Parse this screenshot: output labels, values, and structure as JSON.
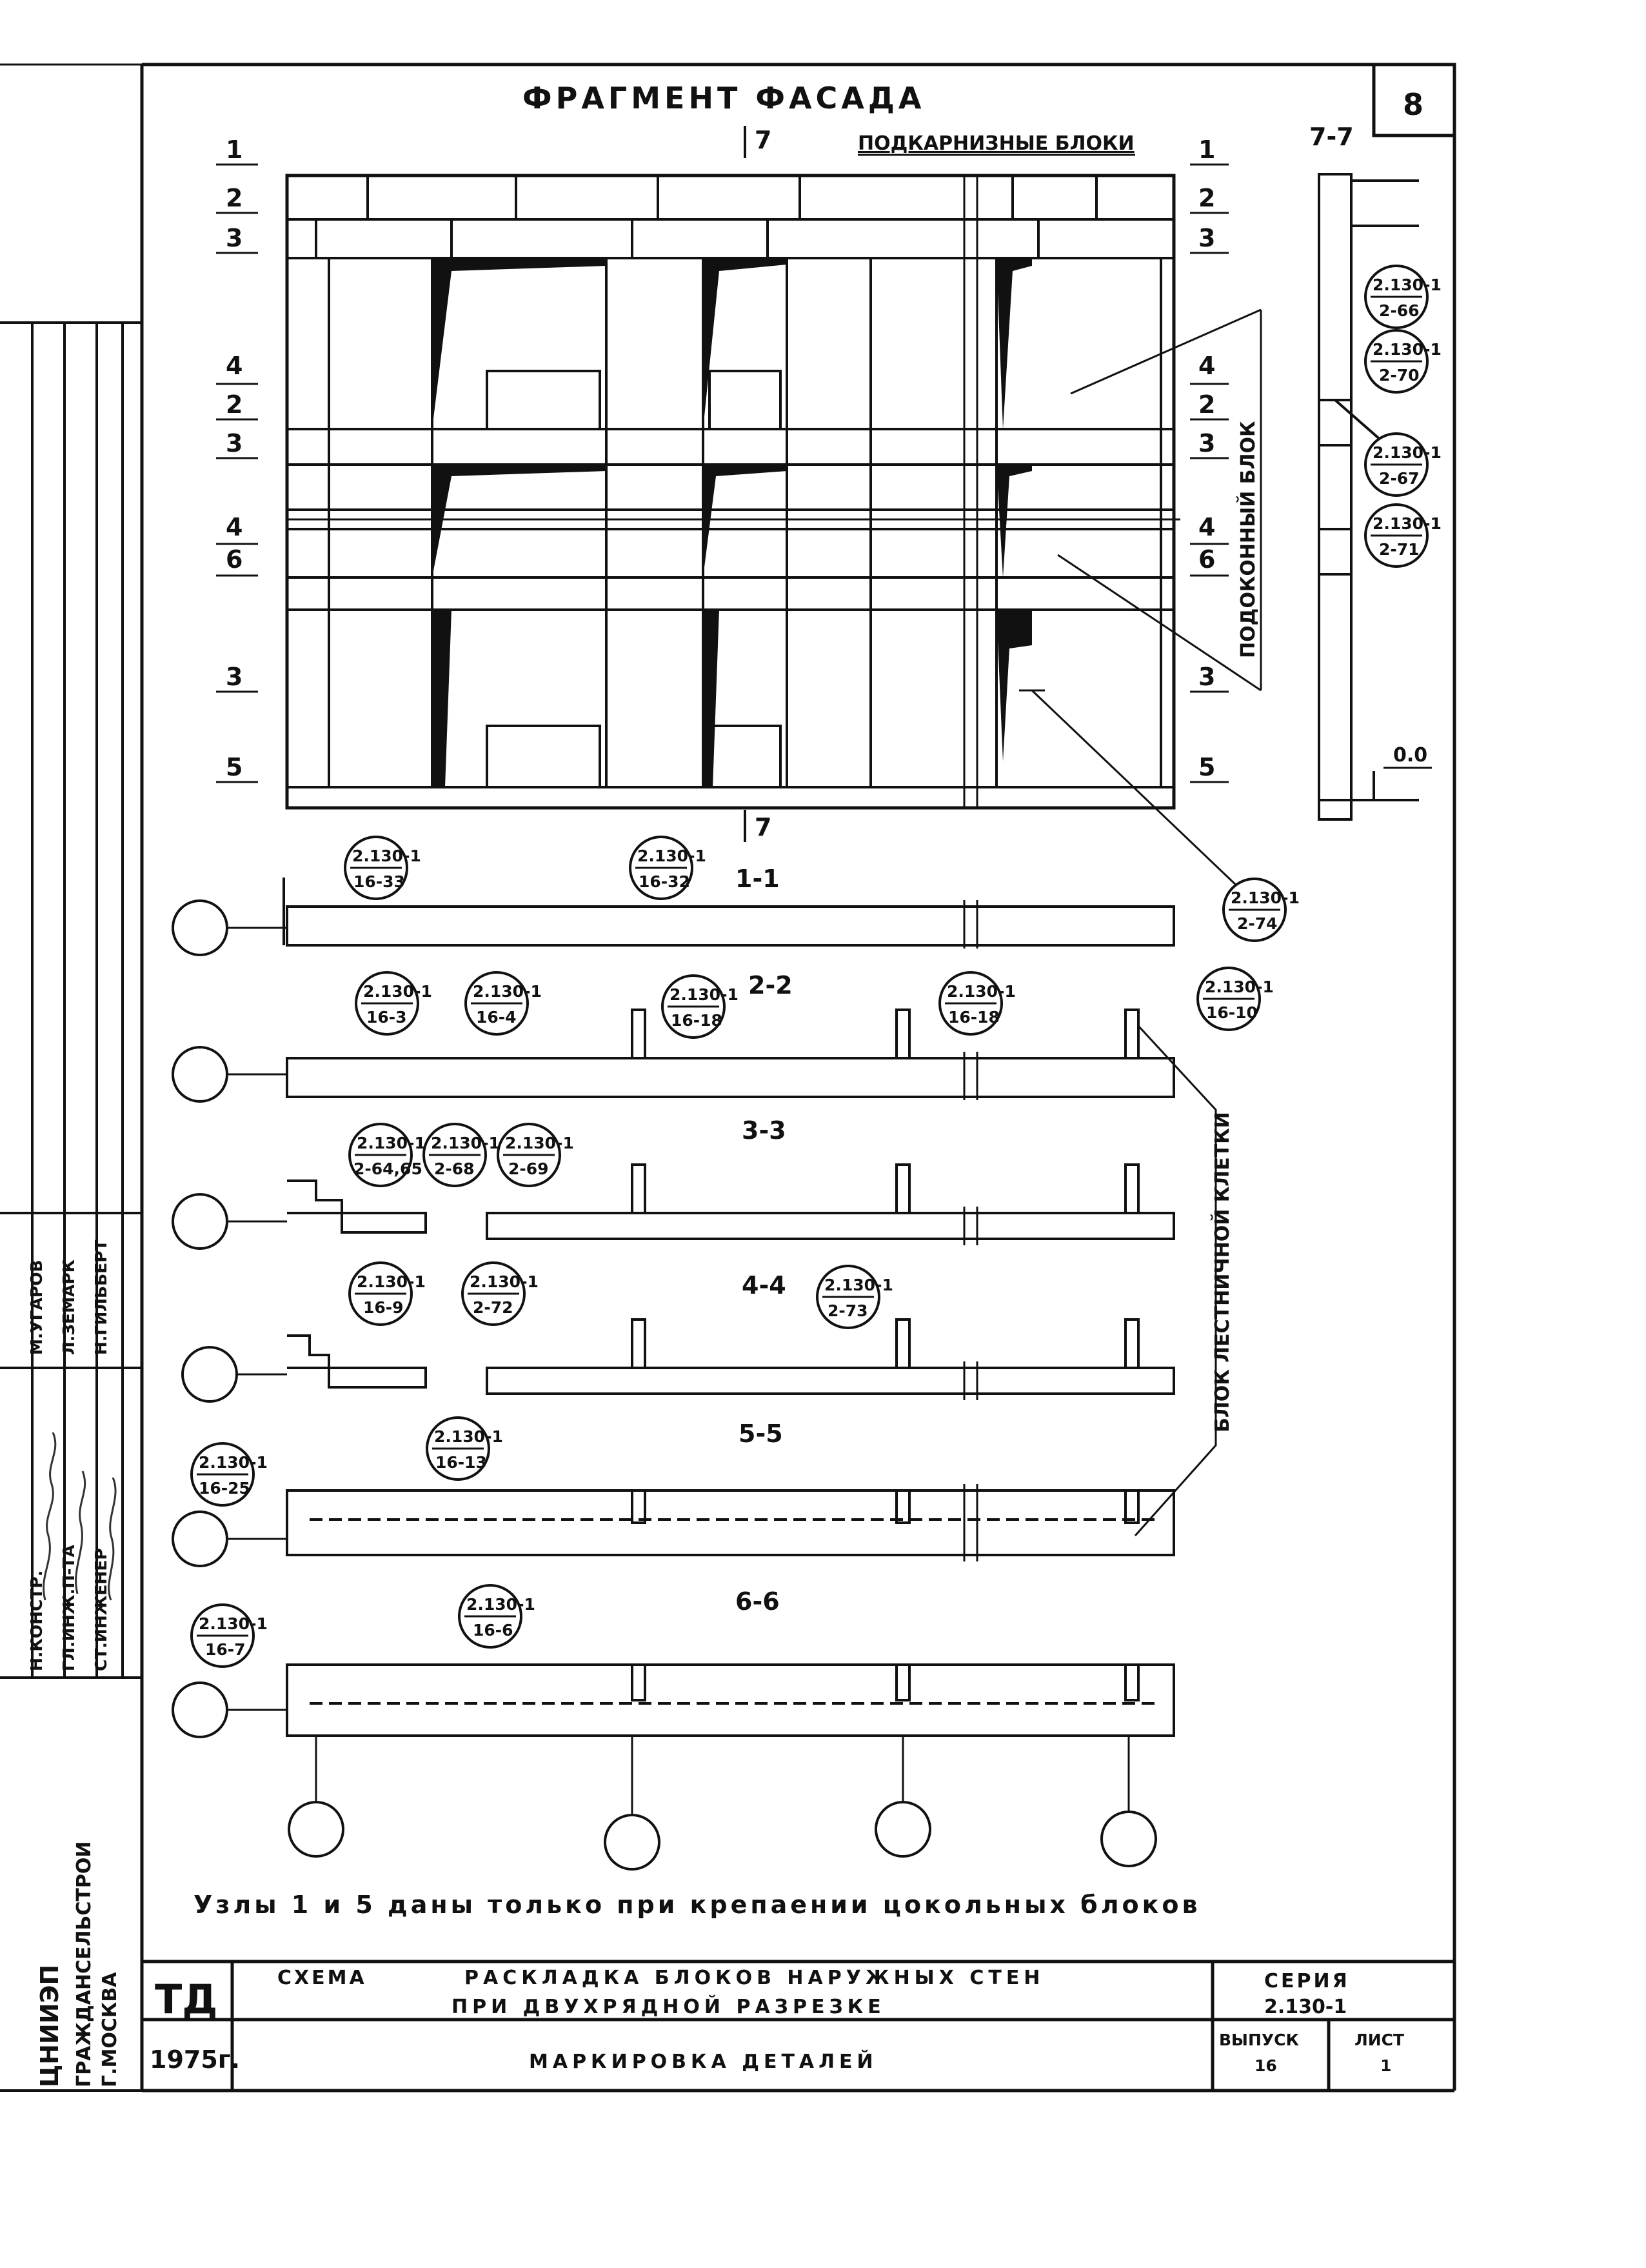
{
  "sheet_number": "8",
  "facade": {
    "title": "ФРАГМЕНТ ФАСАДА",
    "cornice_blocks_label": "ПОДКАРНИЗНЫЕ БЛОКИ",
    "section_mark": "7",
    "row_marks_left": [
      "1",
      "2",
      "3",
      "4",
      "2",
      "3",
      "4",
      "6",
      "3",
      "5"
    ],
    "row_marks_right": [
      "1",
      "2",
      "3",
      "4",
      "2",
      "3",
      "4",
      "6",
      "3",
      "5"
    ],
    "window_sill_block_label": "ПОДОКОННЫЙ БЛОК",
    "leader_ref": {
      "top": "2.130-1",
      "bottom": "2-74"
    }
  },
  "section_7_7": {
    "title": "7-7",
    "refs": [
      {
        "top": "2.130-1",
        "bottom": "2-66"
      },
      {
        "top": "2.130-1",
        "bottom": "2-70"
      },
      {
        "top": "2.130-1",
        "bottom": "2-67"
      },
      {
        "top": "2.130-1",
        "bottom": "2-71"
      }
    ],
    "level_mark": "0.0"
  },
  "sections": [
    {
      "title": "1-1",
      "refs": [
        {
          "top": "2.130-1",
          "bottom": "16-33"
        },
        {
          "top": "2.130-1",
          "bottom": "16-32"
        }
      ]
    },
    {
      "title": "2-2",
      "refs": [
        {
          "top": "2.130-1",
          "bottom": "16-3"
        },
        {
          "top": "2.130-1",
          "bottom": "16-4"
        },
        {
          "top": "2.130-1",
          "bottom": "16-18"
        },
        {
          "top": "2.130-1",
          "bottom": "16-18"
        },
        {
          "top": "2.130-1",
          "bottom": "16-10"
        }
      ]
    },
    {
      "title": "3-3",
      "refs": [
        {
          "top": "2.130-1",
          "bottom": "2-64,65"
        },
        {
          "top": "2.130-1",
          "bottom": "2-68"
        },
        {
          "top": "2.130-1",
          "bottom": "2-69"
        }
      ]
    },
    {
      "title": "4-4",
      "refs": [
        {
          "top": "2.130-1",
          "bottom": "16-9"
        },
        {
          "top": "2.130-1",
          "bottom": "2-72"
        },
        {
          "top": "2.130-1",
          "bottom": "2-73"
        }
      ]
    },
    {
      "title": "5-5",
      "refs": [
        {
          "top": "2.130-1",
          "bottom": "16-25"
        },
        {
          "top": "2.130-1",
          "bottom": "16-13"
        }
      ]
    },
    {
      "title": "6-6",
      "refs": [
        {
          "top": "2.130-1",
          "bottom": "16-7"
        },
        {
          "top": "2.130-1",
          "bottom": "16-6"
        }
      ]
    }
  ],
  "stair_block_label": "БЛОК ЛЕСТНИЧНОЙ КЛЕТКИ",
  "note": "Узлы 1 и 5 даны только при крепаении цокольных блоков",
  "side_stamp": {
    "org_line1": "ЦНИИЭП",
    "org_line2": "ГРАЖДАНСЕЛЬСТРОИ",
    "org_line3": "Г.МОСКВА",
    "roles": [
      "Н.КОНСТР.",
      "ГЛ.ИНЖ.П-ТА",
      "СТ.ИНЖЕНЕР"
    ],
    "names": [
      "М.УГАРОВ",
      "Л.ЗЕМАРК",
      "Н.ГИЛЬБЕРТ"
    ]
  },
  "title_block": {
    "code": "ТД",
    "year": "1975г.",
    "scheme_label": "СХЕМА",
    "title_line1": "РАСКЛАДКА БЛОКОВ НАРУЖНЫХ СТЕН",
    "title_line2": "ПРИ ДВУХРЯДНОЙ РАЗРЕЗКЕ",
    "subtitle": "МАРКИРОВКА ДЕТАЛЕЙ",
    "series_label": "СЕРИЯ",
    "series_value": "2.130-1",
    "issue_label": "ВЫПУСК",
    "issue_value": "16",
    "sheet_label": "ЛИСТ",
    "sheet_value": "1"
  }
}
